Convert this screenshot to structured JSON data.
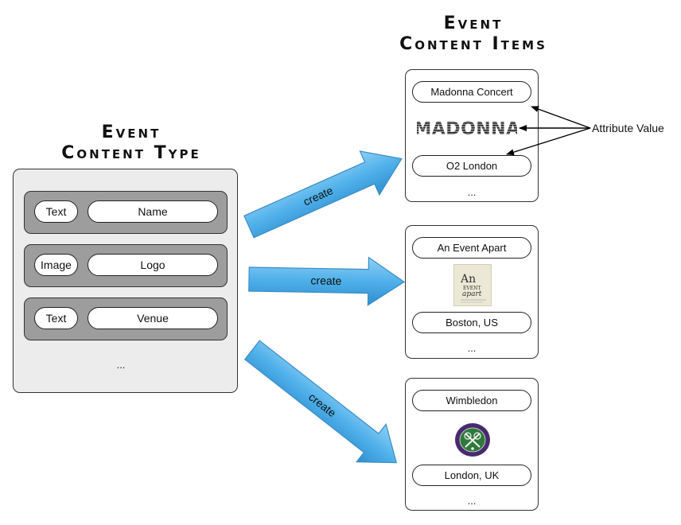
{
  "left": {
    "title_line1": "Event",
    "title_line2": "Content Type",
    "rows": [
      {
        "type": "Text",
        "name": "Name"
      },
      {
        "type": "Image",
        "name": "Logo"
      },
      {
        "type": "Text",
        "name": "Venue"
      }
    ],
    "more": "..."
  },
  "right": {
    "title_line1": "Event",
    "title_line2": "Content Items",
    "items": [
      {
        "name": "Madonna Concert",
        "logo_text": "MADONNA",
        "venue": "O2 London",
        "more": "..."
      },
      {
        "name": "An Event Apart",
        "logo_text": "An Event Apart",
        "venue": "Boston, US",
        "more": "..."
      },
      {
        "name": "Wimbledon",
        "logo_text": "The Championships Wimbledon",
        "venue": "London, UK",
        "more": "..."
      }
    ]
  },
  "arrows": {
    "label": "create",
    "color": "#5ab4ea"
  },
  "annotation": {
    "label": "Attribute Value"
  }
}
